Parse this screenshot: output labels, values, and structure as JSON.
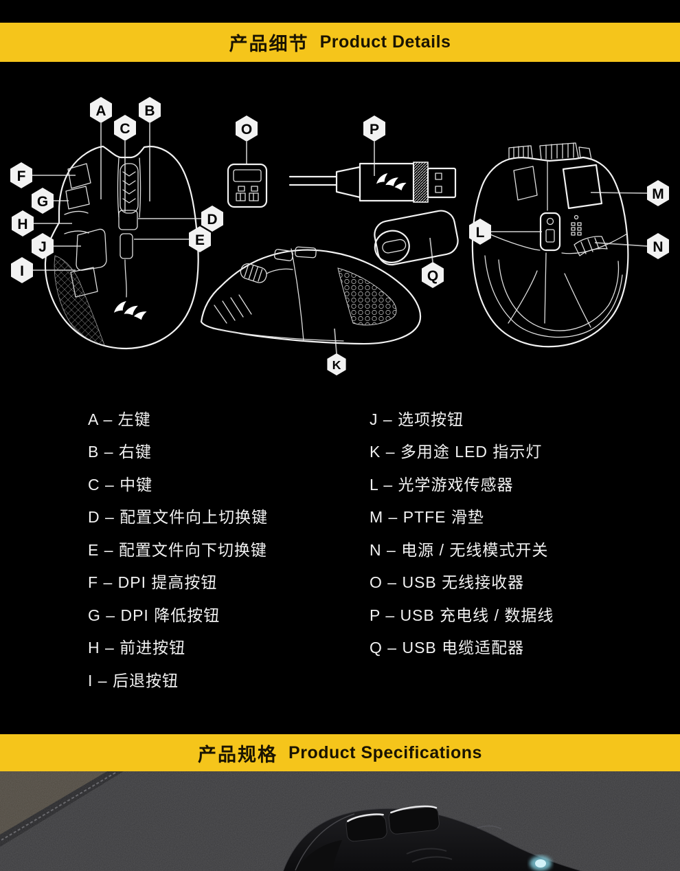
{
  "banner_details": {
    "zh": "产品细节",
    "en": "Product Details"
  },
  "banner_specs": {
    "zh": "产品规格",
    "en": "Product Specifications"
  },
  "colors": {
    "background": "#000000",
    "banner_bg": "#F5C51B",
    "banner_text": "#1A1402",
    "line_art": "#F2F2F2",
    "leader_line": "#B5B5B5",
    "legend_text": "#F2F2F2",
    "logo_glow": "#8FE2F4"
  },
  "hexletters": {
    "A": "A",
    "B": "B",
    "C": "C",
    "D": "D",
    "E": "E",
    "F": "F",
    "G": "G",
    "H": "H",
    "I": "I",
    "J": "J",
    "K": "K",
    "L": "L",
    "M": "M",
    "N": "N",
    "O": "O",
    "P": "P",
    "Q": "Q"
  },
  "legend": {
    "left": [
      "A – 左键",
      "B – 右键",
      "C – 中键",
      "D – 配置文件向上切换键",
      "E – 配置文件向下切换键",
      "F – DPI 提高按钮",
      "G – DPI 降低按钮",
      "H – 前进按钮",
      "I – 后退按钮"
    ],
    "right": [
      "J – 选项按钮",
      "K – 多用途 LED 指示灯",
      "L – 光学游戏传感器",
      "M – PTFE 滑垫",
      "N – 电源 / 无线模式开关",
      "O – USB 无线接收器",
      "P – USB 充电线 / 数据线",
      "Q – USB 电缆适配器"
    ]
  }
}
